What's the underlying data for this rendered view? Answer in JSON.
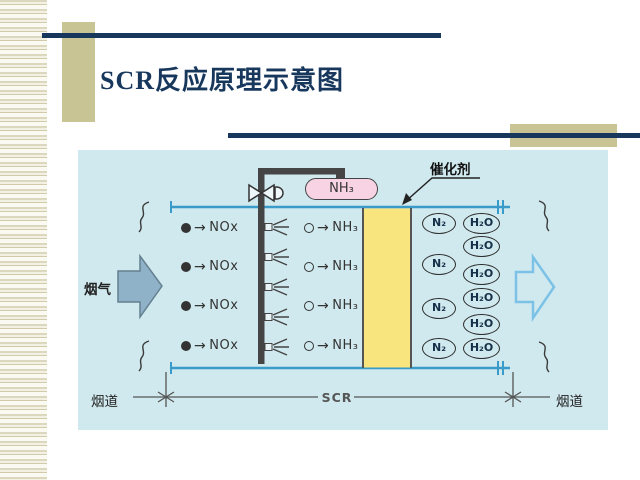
{
  "slide": {
    "title": "SCR反应原理示意图"
  },
  "diagram": {
    "ammonia_tank_label": "NH₃",
    "catalyst_label": "催化剂",
    "flue_gas_label": "烟气",
    "duct_left_label": "烟道",
    "duct_right_label": "烟道",
    "scr_section_label": "SCR",
    "rows": [
      {
        "reactant": "NOx",
        "injected": "NH₃"
      },
      {
        "reactant": "NOx",
        "injected": "NH₃"
      },
      {
        "reactant": "NOx",
        "injected": "NH₃"
      },
      {
        "reactant": "NOx",
        "injected": "NH₃"
      }
    ],
    "products": {
      "n2": [
        "N₂",
        "N₂",
        "N₂",
        "N₂"
      ],
      "h2o": [
        "H₂O",
        "H₂O",
        "H₂O",
        "H₂O",
        "H₂O",
        "H₂O"
      ]
    },
    "colors": {
      "accent_navy": "#17375d",
      "decor_tan": "#c9c494",
      "diagram_bg": "#d0e9ee",
      "catalyst_yellow": "#f8e57d",
      "ammonia_pink": "#f8d3e3",
      "duct_line_blue": "#3a9aca",
      "inlet_arrow_fill": "#8fb2c9",
      "outlet_arrow_stroke": "#7cc2e6"
    }
  }
}
